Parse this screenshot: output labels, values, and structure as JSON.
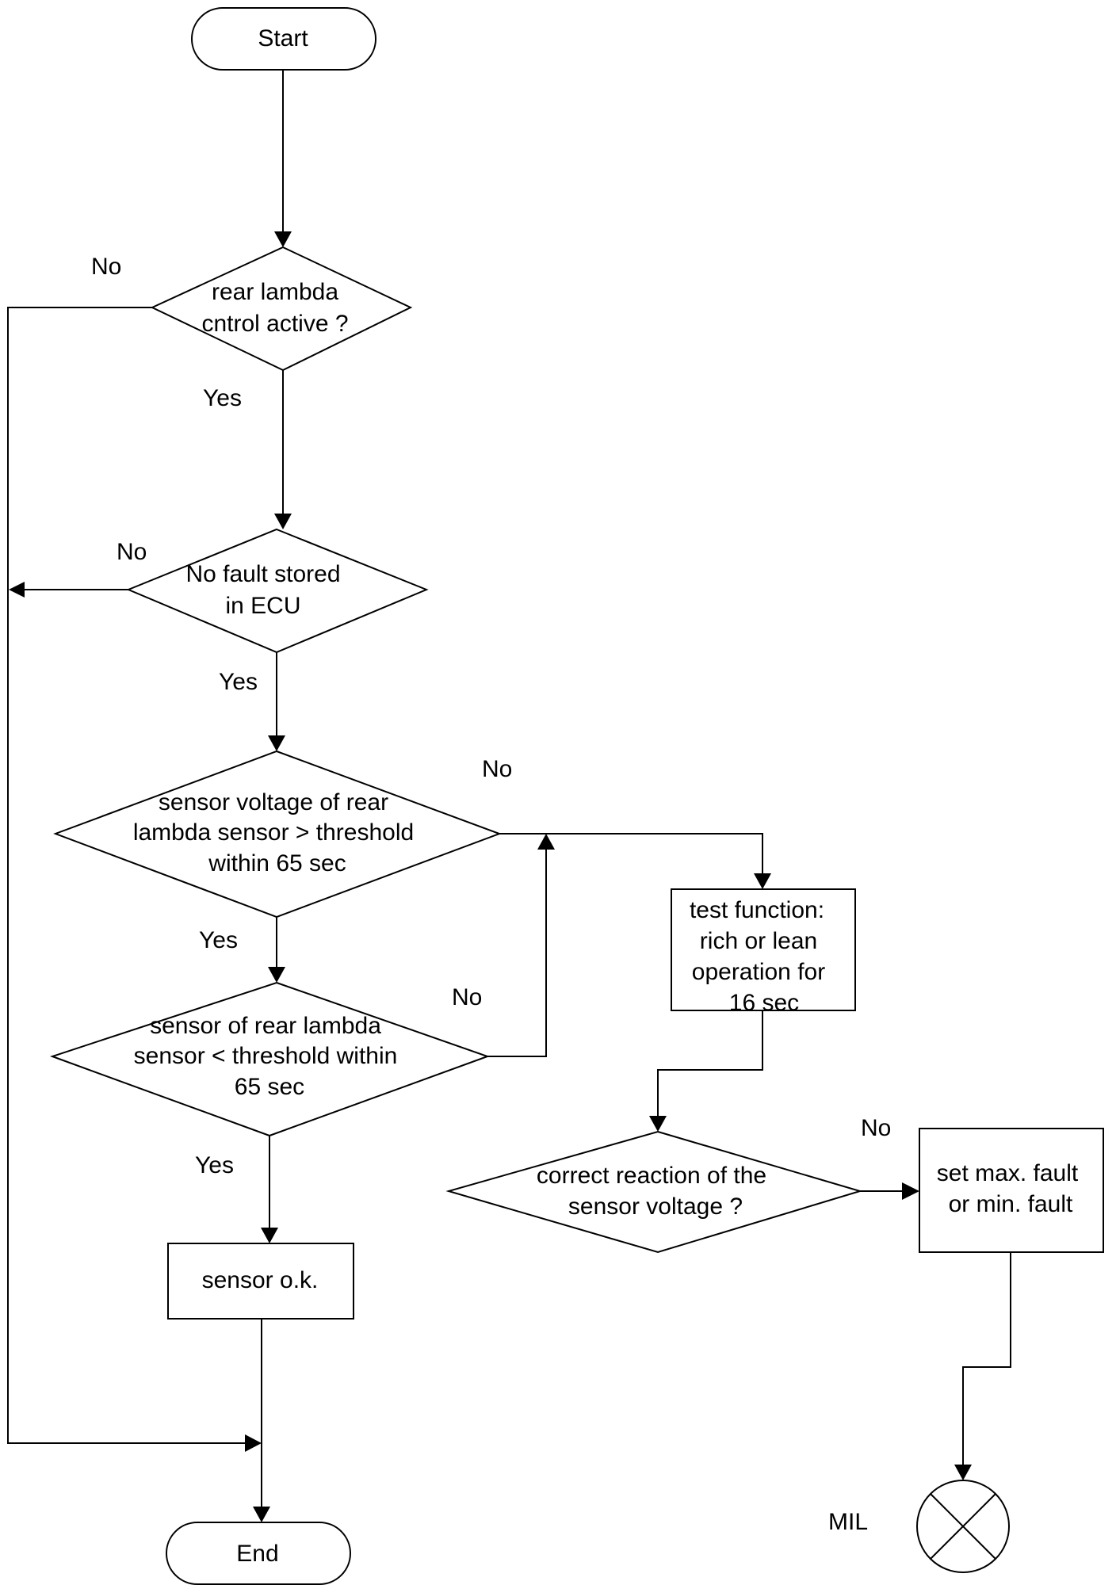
{
  "flowchart": {
    "start": "Start",
    "end": "End",
    "decision1": {
      "line1": "rear lambda",
      "line2": "cntrol active ?",
      "yes": "Yes",
      "no": "No"
    },
    "decision2": {
      "line1": "No fault stored",
      "line2": "in ECU",
      "yes": "Yes",
      "no": "No"
    },
    "decision3": {
      "line1": "sensor voltage of rear",
      "line2": "lambda sensor > threshold",
      "line3": "within 65 sec",
      "yes": "Yes",
      "no": "No"
    },
    "decision4": {
      "line1": "sensor of rear lambda",
      "line2": "sensor < threshold within",
      "line3": "65 sec",
      "yes": "Yes",
      "no": "No"
    },
    "test_function": {
      "line1": "test function:",
      "line2": "rich or lean",
      "line3": "operation for",
      "line4": "16 sec"
    },
    "decision5": {
      "line1": "correct reaction  of the",
      "line2": "sensor voltage ?",
      "no": "No"
    },
    "set_fault": {
      "line1": "set max. fault",
      "line2": "or min. fault"
    },
    "sensor_ok": "sensor o.k.",
    "mil": "MIL"
  }
}
